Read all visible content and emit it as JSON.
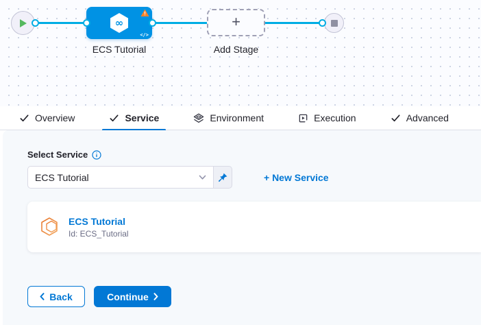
{
  "pipeline": {
    "stage_name": "ECS Tutorial",
    "stage_code_icon": "</>",
    "add_stage": {
      "label": "Add Stage",
      "plus": "+"
    }
  },
  "tabs": {
    "active": "Service",
    "items": [
      {
        "label": "Overview",
        "icon": "check-icon"
      },
      {
        "label": "Service",
        "icon": "check-icon"
      },
      {
        "label": "Environment",
        "icon": "layers-icon"
      },
      {
        "label": "Execution",
        "icon": "execution-icon"
      },
      {
        "label": "Advanced",
        "icon": "check-icon"
      }
    ]
  },
  "service_form": {
    "select_label": "Select Service",
    "dropdown": {
      "value": "ECS Tutorial"
    },
    "new_service_link": "+ New Service",
    "service_card": {
      "title": "ECS Tutorial",
      "id_line": "Id: ECS_Tutorial"
    }
  },
  "footer": {
    "back_label": "Back",
    "continue_label": "Continue"
  },
  "colors": {
    "primary_blue": "#0278d5",
    "stage_node_blue": "#0092e4",
    "connector_blue": "#00ade4",
    "warning_orange": "#ff832b",
    "play_green": "#55b85e",
    "service_icon_orange": "#ee7d2f",
    "panel_bg": "#f6f9fc",
    "text_dark": "#22222a",
    "text_muted": "#6b6d85"
  }
}
